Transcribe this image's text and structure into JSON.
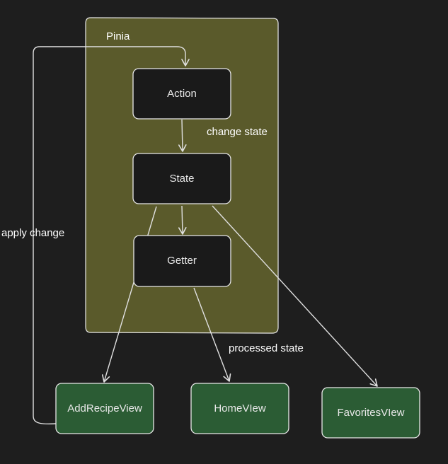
{
  "diagram": {
    "group": {
      "label": "Pinia"
    },
    "nodes": {
      "action": "Action",
      "state": "State",
      "getter": "Getter",
      "add_recipe_view": "AddRecipeView",
      "home_view": "HomeVIew",
      "favorites_view": "FavoritesVIew"
    },
    "edge_labels": {
      "change_state": "change state",
      "apply_change": "apply change",
      "processed_state": "processed state"
    }
  },
  "colors": {
    "background": "#1e1e1e",
    "group_fill": "#5a5a2b",
    "node_fill": "#1a1a1a",
    "view_fill": "#2b5c34",
    "stroke": "#e8e8e8"
  }
}
